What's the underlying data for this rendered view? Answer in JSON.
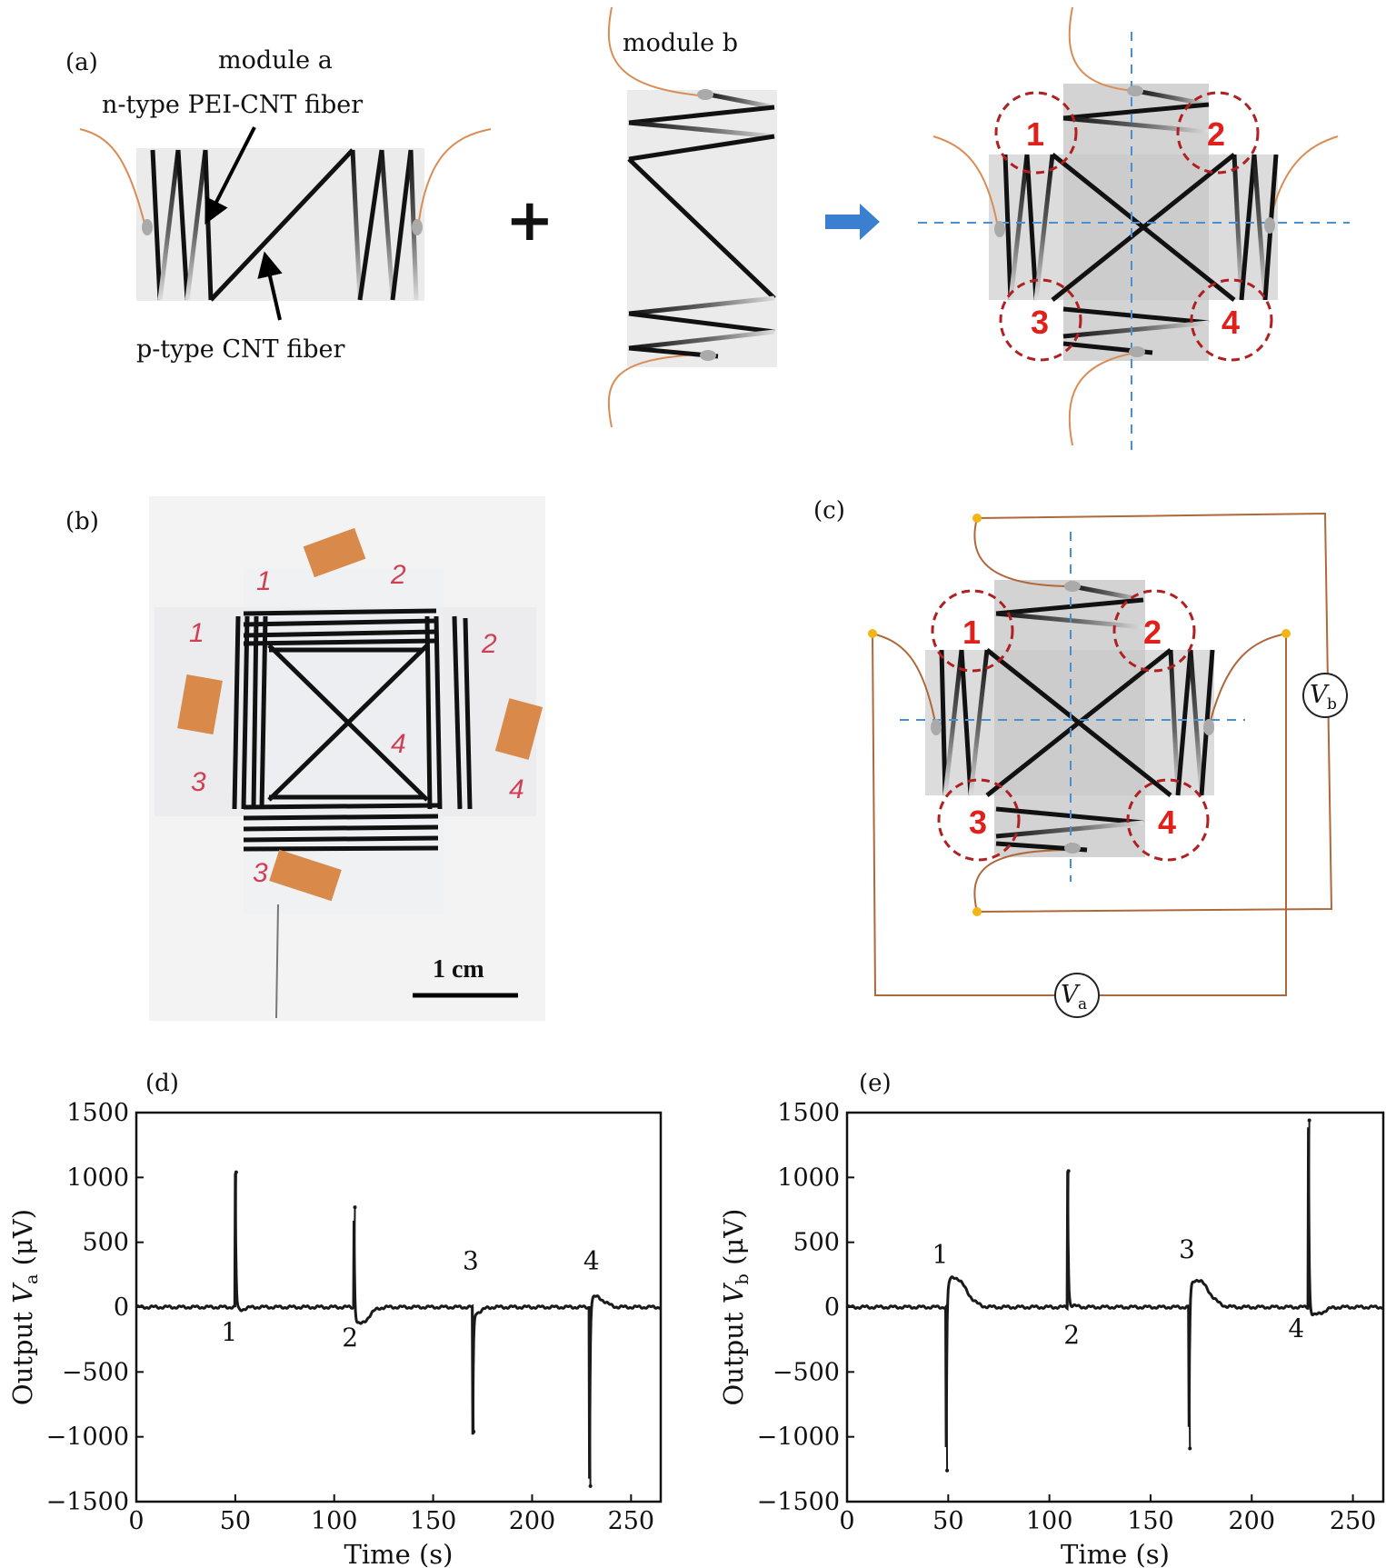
{
  "panels": {
    "a": {
      "label": "(a)",
      "module_a_label": "module a",
      "n_fiber_label": "n-type PEI-CNT fiber",
      "p_fiber_label": "p-type CNT fiber",
      "module_b_label": "module b",
      "plus_symbol": "+",
      "combined_circle_labels": [
        "1",
        "2",
        "3",
        "4"
      ]
    },
    "b": {
      "label": "(b)",
      "scale_bar_label": "1 cm",
      "marker_labels": [
        "1",
        "2",
        "1",
        "2",
        "3",
        "4",
        "4",
        "3"
      ]
    },
    "c": {
      "label": "(c)",
      "circle_labels": [
        "1",
        "2",
        "3",
        "4"
      ],
      "va_label": "V",
      "va_subscript": "a",
      "vb_label": "V",
      "vb_subscript": "b"
    },
    "d": {
      "label": "(d)"
    },
    "e": {
      "label": "(e)"
    }
  },
  "chart_data": [
    {
      "id": "d",
      "type": "line",
      "xlabel": "Time (s)",
      "ylabel_prefix": "Output ",
      "ylabel_var": "V",
      "ylabel_sub": "a",
      "ylabel_unit": " (μV)",
      "xlim": [
        0,
        265
      ],
      "ylim": [
        -1500,
        1500
      ],
      "xticks": [
        0,
        50,
        100,
        150,
        200,
        250
      ],
      "yticks": [
        -1500,
        -1000,
        -500,
        0,
        500,
        1000,
        1500
      ],
      "ytick_labels": [
        "−1500",
        "−1000",
        "−500",
        "0",
        "500",
        "1000",
        "1500"
      ],
      "grid": false,
      "annotations": [
        {
          "text": "1",
          "x": 47,
          "y": -260
        },
        {
          "text": "2",
          "x": 108,
          "y": -300
        },
        {
          "text": "3",
          "x": 169,
          "y": 290
        },
        {
          "text": "4",
          "x": 230,
          "y": 290
        }
      ],
      "events": [
        {
          "t": 50,
          "peak": 1040,
          "after": -20,
          "tau": 2
        },
        {
          "t": 110,
          "peak": 770,
          "after": -130,
          "tau": 3
        },
        {
          "t": 170,
          "peak": -960,
          "after": -40,
          "tau": 2
        },
        {
          "t": 229,
          "peak": -1380,
          "after": 80,
          "tau": 3
        }
      ]
    },
    {
      "id": "e",
      "type": "line",
      "xlabel": "Time (s)",
      "ylabel_prefix": "Output ",
      "ylabel_var": "V",
      "ylabel_sub": "b",
      "ylabel_unit": " (μV)",
      "xlim": [
        0,
        265
      ],
      "ylim": [
        -1500,
        1500
      ],
      "xticks": [
        0,
        50,
        100,
        150,
        200,
        250
      ],
      "yticks": [
        -1500,
        -1000,
        -500,
        0,
        500,
        1000,
        1500
      ],
      "ytick_labels": [
        "−1500",
        "−1000",
        "−500",
        "0",
        "500",
        "1000",
        "1500"
      ],
      "grid": false,
      "annotations": [
        {
          "text": "1",
          "x": 46,
          "y": 340
        },
        {
          "text": "2",
          "x": 111,
          "y": -280
        },
        {
          "text": "3",
          "x": 168,
          "y": 380
        },
        {
          "text": "4",
          "x": 222,
          "y": -230
        }
      ],
      "events": [
        {
          "t": 49,
          "peak": -1260,
          "after": 230,
          "tau": 4
        },
        {
          "t": 109,
          "peak": 1050,
          "after": 10,
          "tau": 2
        },
        {
          "t": 169,
          "peak": -1090,
          "after": 210,
          "tau": 4
        },
        {
          "t": 228,
          "peak": 1440,
          "after": -60,
          "tau": 3
        }
      ]
    }
  ]
}
